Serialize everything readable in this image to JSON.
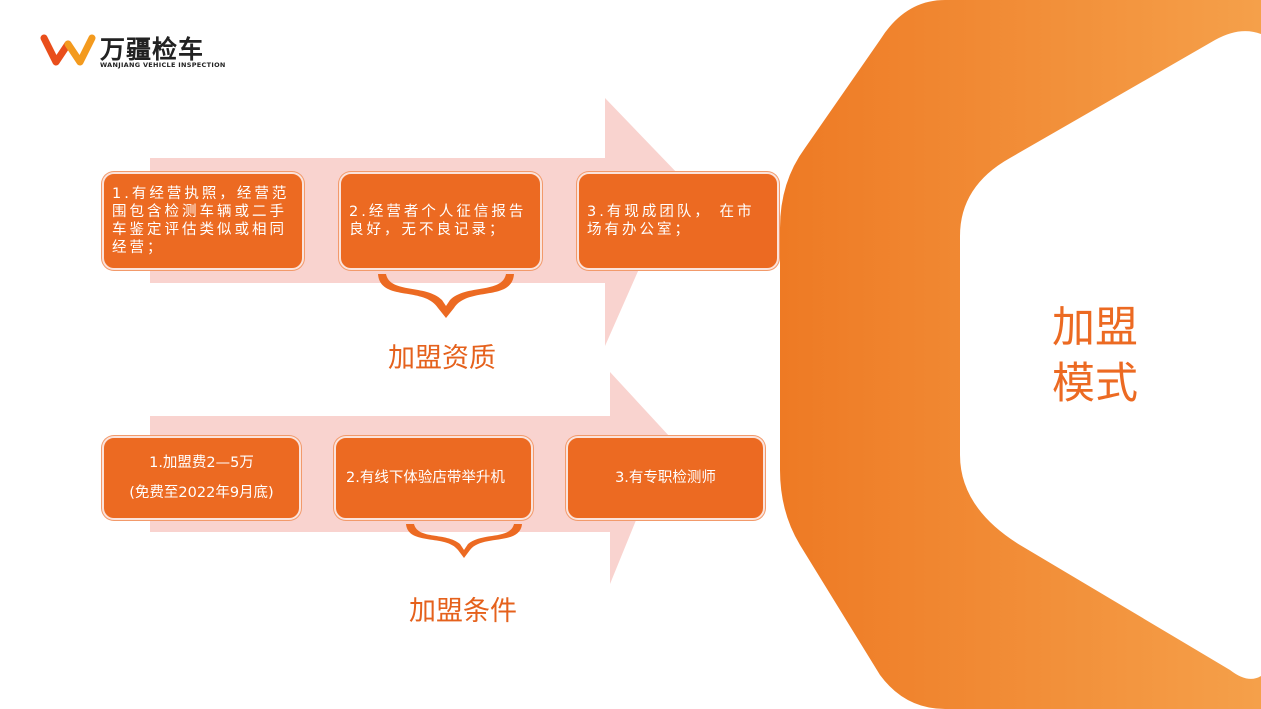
{
  "logo": {
    "brand_name": "万疆检车",
    "brand_subtitle": "WANJIANG VEHICLE INSPECTION"
  },
  "qualifications": {
    "label": "加盟资质",
    "items": [
      {
        "text": "1.有经营执照，经营范围包含检测车辆或二手车鉴定评估类似或相同经营；"
      },
      {
        "text": "2.经营者个人征信报告良好，无不良记录；"
      },
      {
        "text": "3.有现成团队， 在市场有办公室；"
      }
    ]
  },
  "conditions": {
    "label": "加盟条件",
    "items": [
      {
        "line1": "1.加盟费2—5万",
        "line2": "(免费至2022年9月底)"
      },
      {
        "text": "2.有线下体验店带举升机"
      },
      {
        "text": "3.有专职检测师"
      }
    ]
  },
  "mode": {
    "line1": "加盟",
    "line2": "模式"
  },
  "colors": {
    "accent": "#ec6a22",
    "arrow": "#f9d3cf",
    "label": "#e5611c"
  }
}
